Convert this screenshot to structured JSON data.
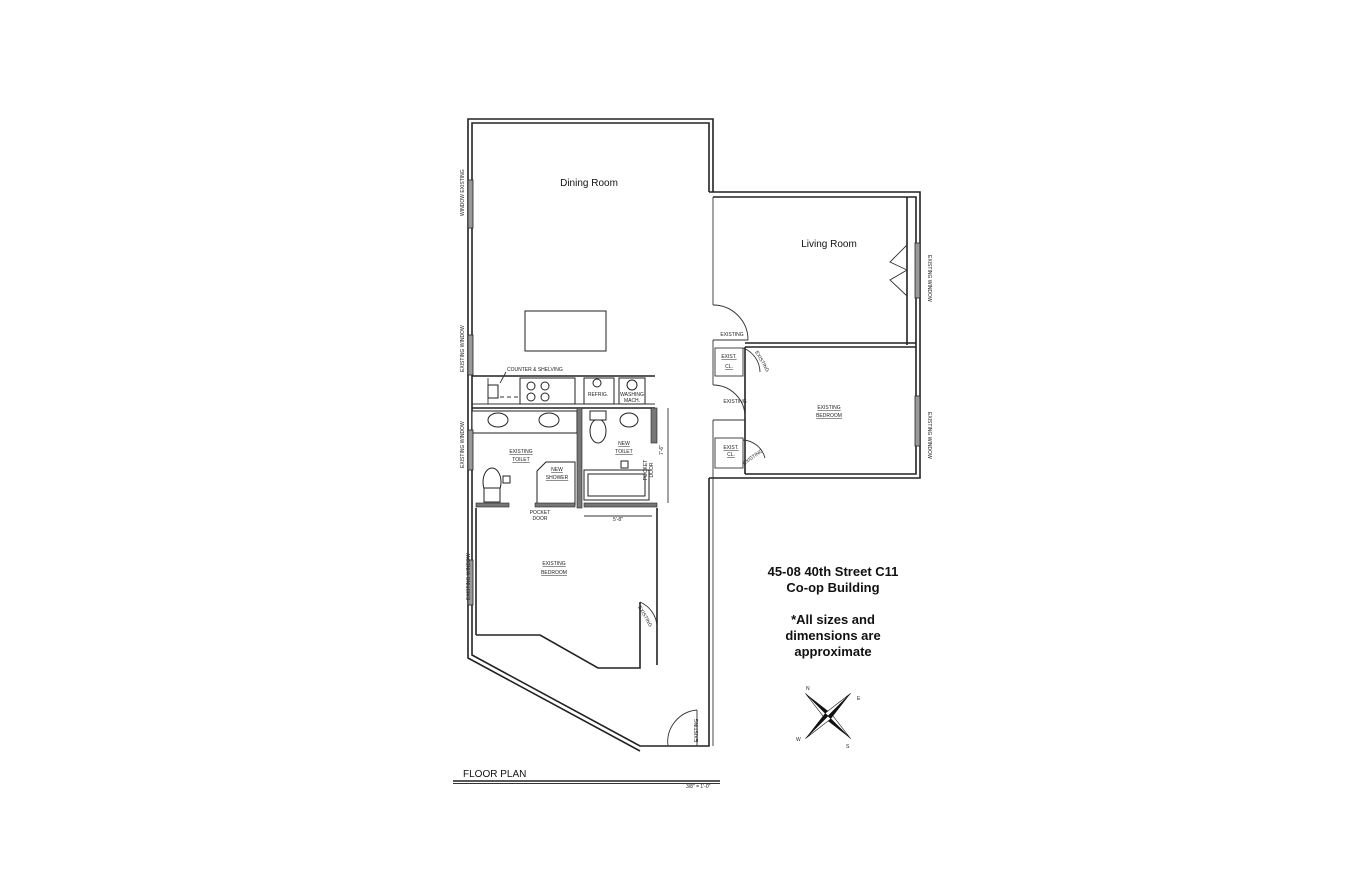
{
  "rooms": {
    "dining_room": "Dining Room",
    "living_room": "Living Room",
    "existing_bedroom_top": [
      "EXISTING",
      "BEDROOM"
    ],
    "existing_bedroom_bottom": [
      "EXISTING",
      "BEDROOM"
    ],
    "existing_toilet": [
      "EXISTING",
      "TOILET"
    ],
    "new_toilet": [
      "NEW",
      "TOILET"
    ],
    "new_shower": [
      "NEW",
      "SHOWER"
    ]
  },
  "labels": {
    "counter_shelving": "COUNTER & SHELVING",
    "refrig": "REFRIG.",
    "washing_mach": [
      "WASHING",
      "MACH."
    ],
    "pocket_door": [
      "POCKET",
      "DOOR"
    ],
    "pocket_door_right": [
      "POCKET",
      "DOOR"
    ],
    "exist_cl": [
      "EXIST.",
      "CL."
    ],
    "existing": "EXISTING",
    "existing_window": "EXISTING WINDOW",
    "window_existing": "WINDOW EXISTING",
    "dim_width": "5'-8\"",
    "dim_height": "7'-6\""
  },
  "info": {
    "address": "45-08 40th Street C11",
    "building": "Co-op Building",
    "note": [
      "*All sizes and",
      "dimensions are",
      "approximate"
    ]
  },
  "title_block": {
    "title": "FLOOR PLAN",
    "scale": "3/8\" = 1'-0\""
  },
  "compass": {
    "letters": [
      "N",
      "E",
      "S",
      "W"
    ]
  }
}
